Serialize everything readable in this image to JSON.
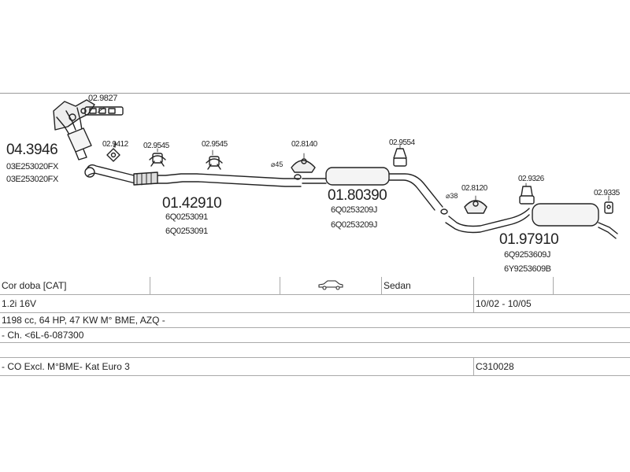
{
  "parts": {
    "manifold": {
      "code": "04.3946",
      "refs": [
        "03E253020FX",
        "03E253020FX"
      ]
    },
    "gasket_top": {
      "code": "02.9827"
    },
    "gasket_a": {
      "code": "02.9412"
    },
    "clamp_a": {
      "code": "02.9545"
    },
    "clamp_b": {
      "code": "02.9545"
    },
    "front_pipe": {
      "code": "01.42910",
      "refs": [
        "6Q0253091",
        "6Q0253091"
      ]
    },
    "ring_a": {
      "code": "02.8140"
    },
    "dia_a": "⌀45",
    "clamp_c": {
      "code": "02.9554"
    },
    "middle_silencer": {
      "code": "01.80390",
      "refs": [
        "6Q0253209J",
        "6Q0253209J"
      ]
    },
    "dia_b": "⌀38",
    "ring_b": {
      "code": "02.8120"
    },
    "clamp_d": {
      "code": "02.9326"
    },
    "rubber": {
      "code": "02.9335"
    },
    "rear_silencer": {
      "code": "01.97910",
      "refs": [
        "6Q9253609J",
        "6Y9253609B"
      ]
    }
  },
  "vehicle": {
    "model": "Cor doba  [CAT]",
    "body": "Sedan",
    "engine": "1.2i 16V",
    "years": "10/02 - 10/05",
    "specs": "1198 cc, 64 HP, 47 KW M° BME, AZQ -",
    "chassis": "- Ch. <6L-6-087300",
    "notes": "- CO Excl. M°BME- Kat Euro 3",
    "code": "C310028"
  },
  "icons": {
    "car": "sedan-car-icon"
  }
}
